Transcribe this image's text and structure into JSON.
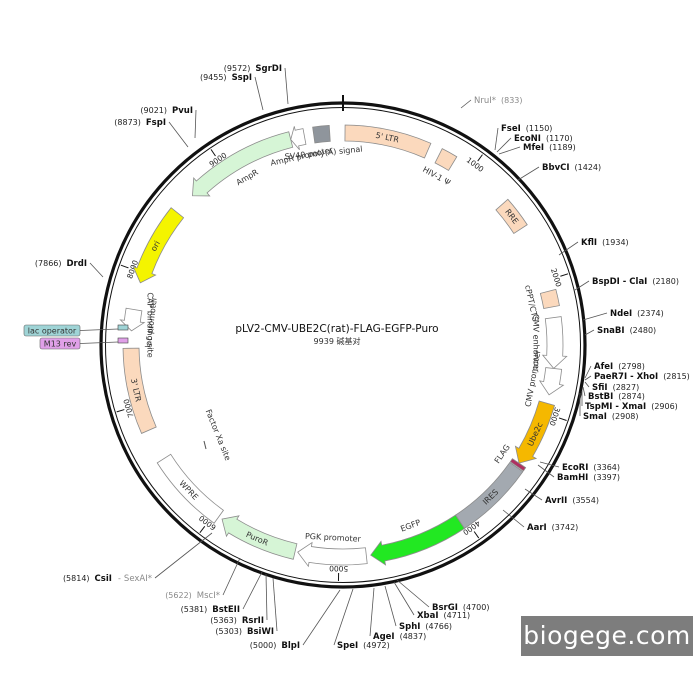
{
  "title": "pLV2-CMV-UBE2C(rat)-FLAG-EGFP-Puro",
  "subtitle": "9939 碱基对",
  "total_bp": 9939,
  "watermark": "biogege.com",
  "ticks": [
    {
      "pos": 1000,
      "label": "1000"
    },
    {
      "pos": 2000,
      "label": "2000"
    },
    {
      "pos": 3000,
      "label": "3000"
    },
    {
      "pos": 4000,
      "label": "4000"
    },
    {
      "pos": 5000,
      "label": "5000"
    },
    {
      "pos": 6000,
      "label": "6000"
    },
    {
      "pos": 7000,
      "label": "7000"
    },
    {
      "pos": 8000,
      "label": "8000"
    },
    {
      "pos": 9000,
      "label": "9000"
    }
  ],
  "features": [
    {
      "id": "ltr5",
      "label": "5' LTR",
      "start": 15,
      "end": 650,
      "dir": "none",
      "color": "#fbd9bd",
      "label_inside": true
    },
    {
      "id": "psi",
      "label": "HIV-1 Ψ",
      "start": 740,
      "end": 860,
      "dir": "none",
      "color": "#fbd9bd"
    },
    {
      "id": "rre",
      "label": "RRE",
      "start": 1340,
      "end": 1570,
      "dir": "none",
      "color": "#fbd9bd",
      "label_inside": true
    },
    {
      "id": "cppt",
      "label": "cPPT/CTS",
      "start": 2080,
      "end": 2200,
      "dir": "none",
      "color": "#fbd9bd"
    },
    {
      "id": "cmvenh",
      "label": "CMV enhancer",
      "start": 2280,
      "end": 2660,
      "dir": "cw",
      "color": "#ffffff"
    },
    {
      "id": "cmvprom",
      "label": "CMV promoter",
      "start": 2660,
      "end": 2860,
      "dir": "cw",
      "color": "#ffffff"
    },
    {
      "id": "ube2c",
      "label": "Ube2c",
      "start": 2925,
      "end": 3420,
      "dir": "cw",
      "color": "#f5b800",
      "label_inside": true
    },
    {
      "id": "flag",
      "label": "FLAG",
      "start": 3420,
      "end": 3448,
      "dir": "none",
      "color": "#b03060"
    },
    {
      "id": "ires",
      "label": "IRES",
      "start": 3455,
      "end": 4045,
      "dir": "none",
      "color": "#a3a9b0",
      "label_inside": true
    },
    {
      "id": "egfp",
      "label": "EGFP",
      "start": 4045,
      "end": 4762,
      "dir": "cw",
      "color": "#22e822"
    },
    {
      "id": "pgk",
      "label": "PGK promoter",
      "start": 4795,
      "end": 5310,
      "dir": "cw",
      "color": "#ffffff"
    },
    {
      "id": "puror",
      "label": "PuroR",
      "start": 5330,
      "end": 5930,
      "dir": "cw",
      "color": "#d6f5d6",
      "label_inside": true
    },
    {
      "id": "wpre",
      "label": "WPRE",
      "start": 5960,
      "end": 6560,
      "dir": "none",
      "color": "#ffffff",
      "label_inside": true
    },
    {
      "id": "ltr3",
      "label": "3' LTR",
      "start": 6800,
      "end": 7430,
      "dir": "none",
      "color": "#fbd9bd",
      "label_inside": true
    },
    {
      "id": "lacprom",
      "label": "lac promoter",
      "start": 7560,
      "end": 7720,
      "dir": "ccw",
      "color": "#ffffff"
    },
    {
      "id": "ori",
      "label": "ori",
      "start": 7925,
      "end": 8520,
      "dir": "ccw",
      "color": "#f4f400",
      "label_inside": true
    },
    {
      "id": "ampr",
      "label": "AmpR",
      "start": 8690,
      "end": 9545,
      "dir": "ccw",
      "color": "#d6f5d6"
    },
    {
      "id": "amprprom",
      "label": "AmpR promoter",
      "start": 9545,
      "end": 9650,
      "dir": "ccw",
      "color": "#ffffff"
    },
    {
      "id": "sv40pa",
      "label": "SV40 poly(A) signal",
      "start": 9720,
      "end": 9840,
      "dir": "none",
      "color": "#8f959c"
    }
  ],
  "inner_labels": [
    {
      "id": "cap",
      "label": "CAP binding site"
    },
    {
      "id": "factorxa",
      "label": "Factor Xa site"
    }
  ],
  "sites": [
    {
      "name": "NruI*",
      "pos": "(833)",
      "gray": true
    },
    {
      "name": "FseI",
      "pos": "(1150)"
    },
    {
      "name": "EcoNI",
      "pos": "(1170)"
    },
    {
      "name": "MfeI",
      "pos": "(1189)"
    },
    {
      "name": "BbvCI",
      "pos": "(1424)"
    },
    {
      "name": "KflI",
      "pos": "(1934)"
    },
    {
      "name": "BspDI - ClaI",
      "pos": "(2180)"
    },
    {
      "name": "NdeI",
      "pos": "(2374)"
    },
    {
      "name": "SnaBI",
      "pos": "(2480)"
    },
    {
      "name": "AfeI",
      "pos": "(2798)"
    },
    {
      "name": "PaeR7I - XhoI",
      "pos": "(2815)"
    },
    {
      "name": "SfiI",
      "pos": "(2827)"
    },
    {
      "name": "BstBI",
      "pos": "(2874)"
    },
    {
      "name": "TspMI - XmaI",
      "pos": "(2906)"
    },
    {
      "name": "SmaI",
      "pos": "(2908)"
    },
    {
      "name": "EcoRI",
      "pos": "(3364)"
    },
    {
      "name": "BamHI",
      "pos": "(3397)"
    },
    {
      "name": "AvrII",
      "pos": "(3554)"
    },
    {
      "name": "AarI",
      "pos": "(3742)"
    },
    {
      "name": "BsrGI",
      "pos": "(4700)"
    },
    {
      "name": "XbaI",
      "pos": "(4711)"
    },
    {
      "name": "SphI",
      "pos": "(4766)"
    },
    {
      "name": "AgeI",
      "pos": "(4837)"
    },
    {
      "name": "SpeI",
      "pos": "(4972)"
    },
    {
      "name": "BlpI",
      "pos": "(5000)"
    },
    {
      "name": "BsiWI",
      "pos": "(5303)"
    },
    {
      "name": "RsrII",
      "pos": "(5363)"
    },
    {
      "name": "BstEII",
      "pos": "(5381)"
    },
    {
      "name": "MscI*",
      "pos": "(5622)",
      "gray": true
    },
    {
      "name": "CsiI",
      "pos": "(5814)",
      "extra": "SexAI*"
    },
    {
      "name": "DrdI",
      "pos": "(7866)"
    },
    {
      "name": "FspI",
      "pos": "(8873)"
    },
    {
      "name": "PvuI",
      "pos": "(9021)"
    },
    {
      "name": "SspI",
      "pos": "(9455)"
    },
    {
      "name": "SgrDI",
      "pos": "(9572)"
    }
  ],
  "side_tags": [
    {
      "id": "lacop",
      "label": "lac operator",
      "color": "#9fd4d6"
    },
    {
      "id": "m13rev",
      "label": "M13 rev",
      "color": "#e0a0e8"
    }
  ]
}
